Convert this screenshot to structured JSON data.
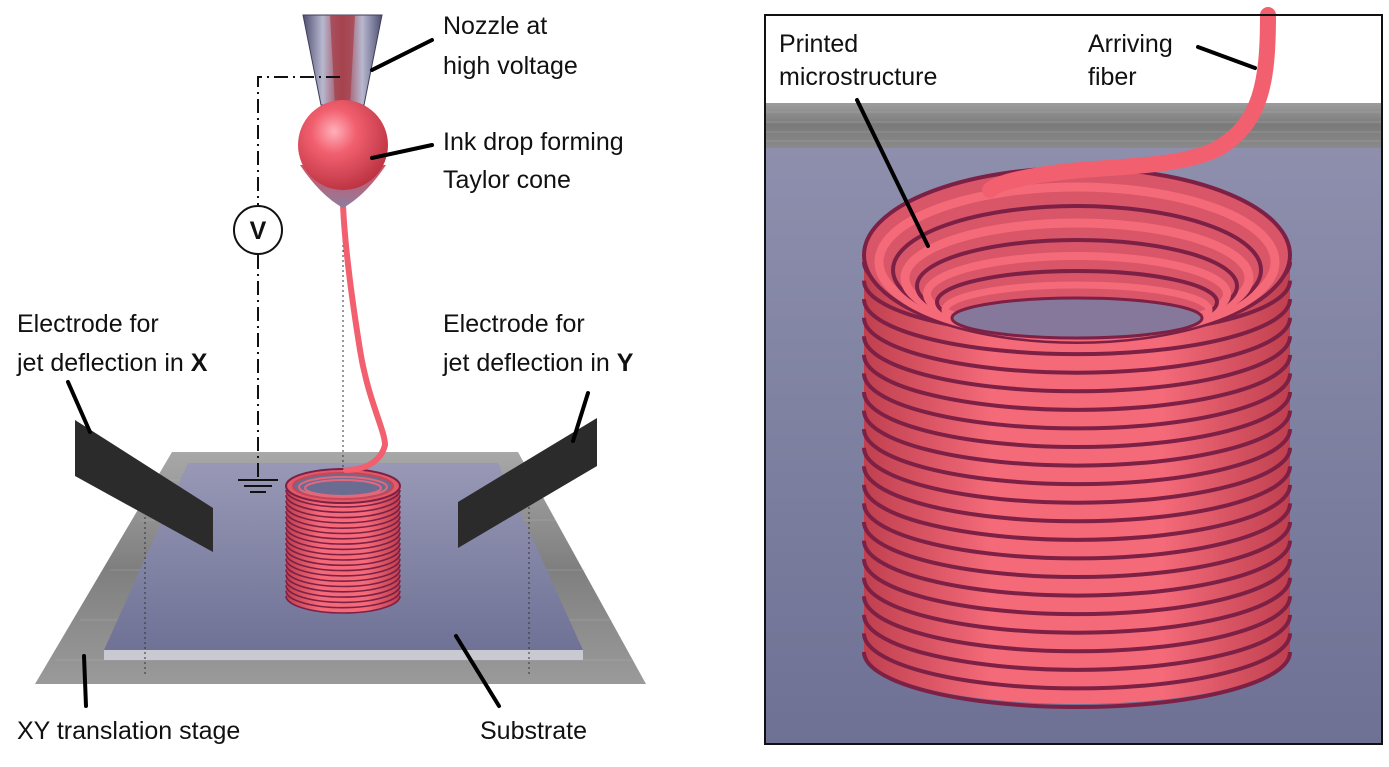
{
  "left_panel": {
    "nozzle_label": [
      "Nozzle at",
      "high voltage"
    ],
    "drop_label": [
      "Ink drop forming",
      "Taylor cone"
    ],
    "voltmeter_symbol": "V",
    "electrode_x_label": {
      "line1": "Electrode for",
      "line2_prefix": "jet deflection in ",
      "axis": "X"
    },
    "electrode_y_label": {
      "line1": "Electrode for",
      "line2_prefix": "jet deflection in ",
      "axis": "Y"
    },
    "stage_label": "XY translation stage",
    "substrate_label": "Substrate",
    "ground_icon": "ground-symbol-icon"
  },
  "right_panel": {
    "microstructure_label": [
      "Printed",
      "microstructure"
    ],
    "fiber_label": [
      "Arriving",
      "fiber"
    ]
  },
  "colors": {
    "ink": "#f2606f",
    "ink_dark": "#7d2046",
    "substrate": "#8285a4",
    "stage": "#8e8e8e",
    "electrode": "#2b2b2b",
    "nozzle": "#6a6c90"
  }
}
